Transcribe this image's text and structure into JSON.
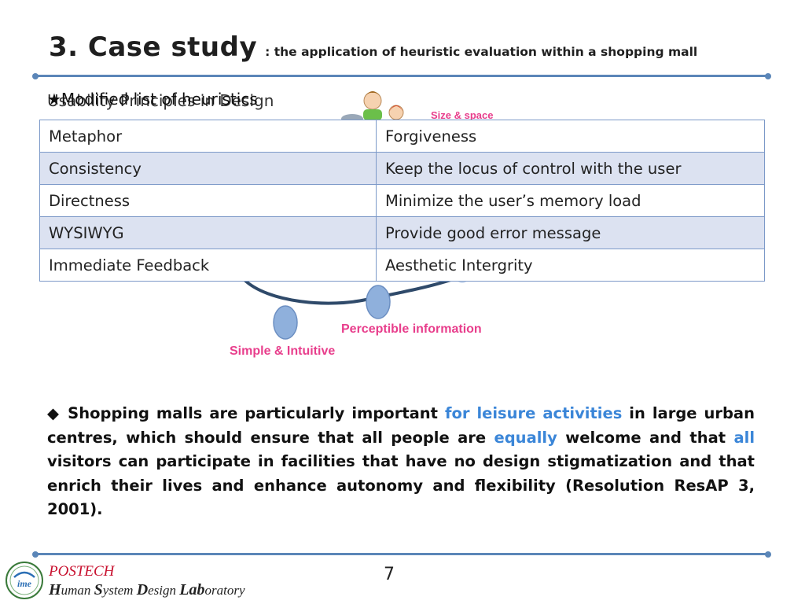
{
  "title": {
    "main": "3. Case study",
    "sub": ": the application of heuristic evaluation within a shopping mall"
  },
  "headings": {
    "background": "Usability Principles in Design",
    "foreground": "★Modified list of heuristics"
  },
  "diagram_labels": {
    "size_space": "Size & space",
    "perceptible": "Perceptible information",
    "simple": "Simple & Intuitive"
  },
  "table": {
    "rows": [
      [
        "Metaphor",
        "Forgiveness"
      ],
      [
        "Consistency",
        "Keep the locus of control with the user"
      ],
      [
        "Directness",
        "Minimize the user’s memory load"
      ],
      [
        "WYSIWYG",
        "Provide good error message"
      ],
      [
        "Immediate Feedback",
        "Aesthetic Intergrity"
      ]
    ]
  },
  "paragraph": {
    "p1": "◆ Shopping malls are particularly important ",
    "h1": "for leisure activities",
    "p2": " in large urban centres, which should ensure that all people are ",
    "h2": "equally",
    "p3": " welcome and that ",
    "h3": "all",
    "p4": " visitors can participate in facilities that have no design stigmatization and that enrich their lives and enhance autonomy and flexibility (Resolution ResAP 3, 2001)."
  },
  "footer": {
    "page_number": "7",
    "org": "POSTECH",
    "lab": {
      "h": "H",
      "uman": "uman ",
      "s": "S",
      "ystem": "ystem ",
      "d": "D",
      "esign": "esign ",
      "lab": "Lab",
      "oratory": "oratory"
    },
    "logo_text": "ime"
  },
  "colors": {
    "rule": "#5b86b8",
    "label_pink": "#e83e8c",
    "highlight_blue": "#3b86d8",
    "table_stripe": "#dce2f1",
    "postech_red": "#c8102e"
  }
}
